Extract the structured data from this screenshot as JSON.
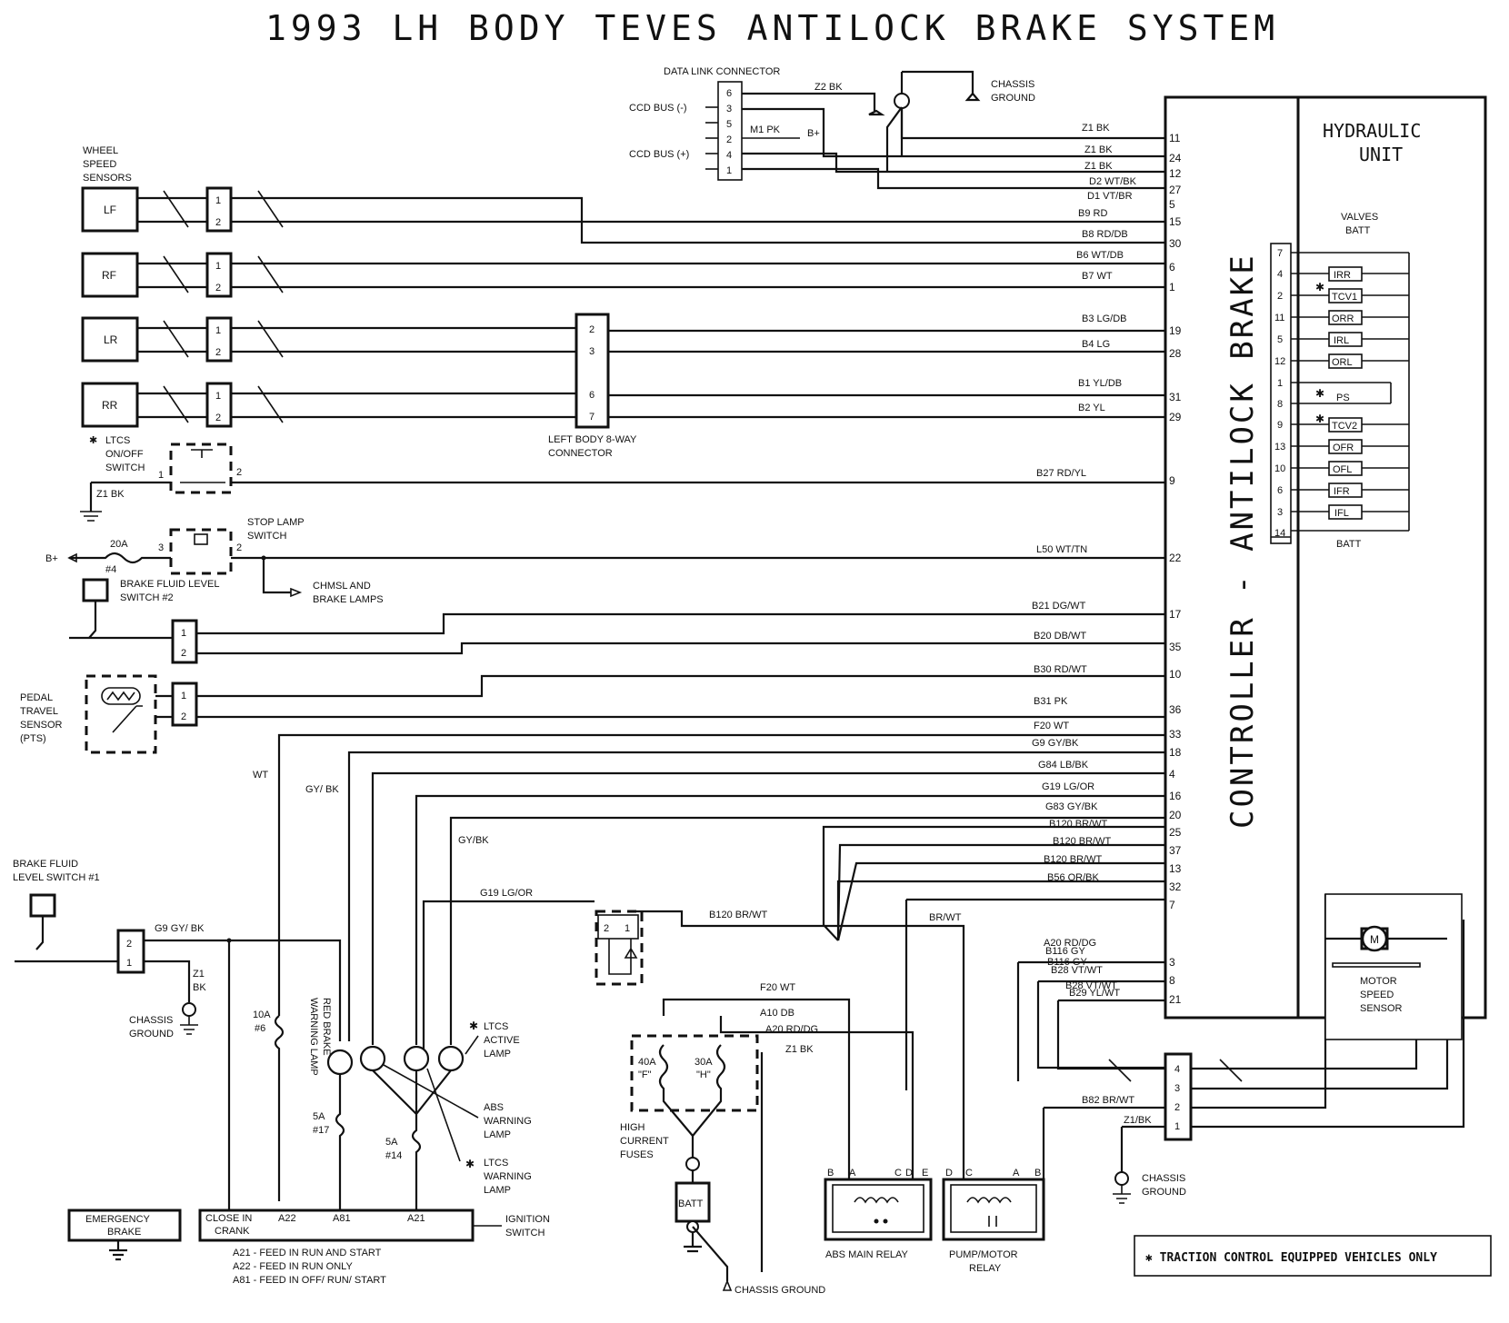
{
  "title": "1993 LH BODY TEVES ANTILOCK BRAKE SYSTEM",
  "controller_label": "CONTROLLER - ANTILOCK BRAKE",
  "hydraulic_unit": {
    "line1": "HYDRAULIC",
    "line2": "UNIT",
    "valves": "VALVES",
    "batt_top": "BATT",
    "batt_bottom": "BATT"
  },
  "data_link": {
    "title": "DATA LINK CONNECTOR",
    "pins": [
      "6",
      "3",
      "5",
      "2",
      "4",
      "1"
    ],
    "ccd_neg": "CCD BUS (-)",
    "ccd_pos": "CCD BUS (+)",
    "z2": "Z2 BK",
    "m1": "M1 PK",
    "bplus": "B+",
    "chassis_ground": [
      "CHASSIS",
      "GROUND"
    ]
  },
  "wheel_speed_sensors": {
    "title": [
      "WHEEL",
      "SPEED",
      "SENSORS"
    ],
    "sensors": [
      "LF",
      "RF",
      "LR",
      "RR"
    ]
  },
  "left_body_connector": {
    "label": [
      "LEFT BODY 8-WAY",
      "CONNECTOR"
    ],
    "pins": [
      "2",
      "3",
      "6",
      "7"
    ]
  },
  "controller_wires": [
    {
      "label": "Z1 BK",
      "pin": "11"
    },
    {
      "label": "Z1 BK",
      "pin": "24"
    },
    {
      "label": "Z1 BK",
      "pin": "12"
    },
    {
      "label": "D2 WT/BK",
      "pin": "27"
    },
    {
      "label": "D1 VT/BR",
      "pin": "5"
    },
    {
      "label": "B9 RD",
      "pin": "15"
    },
    {
      "label": "B8 RD/DB",
      "pin": "30"
    },
    {
      "label": "B6 WT/DB",
      "pin": "6"
    },
    {
      "label": "B7 WT",
      "pin": "1"
    },
    {
      "label": "B3 LG/DB",
      "pin": "19"
    },
    {
      "label": "B4 LG",
      "pin": "28"
    },
    {
      "label": "B1 YL/DB",
      "pin": "31"
    },
    {
      "label": "B2 YL",
      "pin": "29"
    },
    {
      "label": "B27 RD/YL",
      "pin": "9"
    },
    {
      "label": "L50 WT/TN",
      "pin": "22"
    },
    {
      "label": "B21 DG/WT",
      "pin": "17"
    },
    {
      "label": "B20 DB/WT",
      "pin": "35"
    },
    {
      "label": "B30 RD/WT",
      "pin": "10"
    },
    {
      "label": "B31 PK",
      "pin": "36"
    },
    {
      "label": "F20 WT",
      "pin": "33"
    },
    {
      "label": "G9 GY/BK",
      "pin": "18"
    },
    {
      "label": "G84 LB/BK",
      "pin": "4"
    },
    {
      "label": "G19 LG/OR",
      "pin": "16"
    },
    {
      "label": "G83 GY/BK",
      "pin": "20"
    },
    {
      "label": "B120 BR/WT",
      "pin": "25"
    },
    {
      "label": "B120 BR/WT",
      "pin": "37"
    },
    {
      "label": "B120 BR/WT",
      "pin": "13"
    },
    {
      "label": "B56 OR/BK",
      "pin": "32"
    },
    {
      "label": "A20 RD/DG",
      "pin": "7"
    },
    {
      "label": "B116 GY",
      "pin": "3"
    },
    {
      "label": "B28 VT/WT",
      "pin": "8"
    },
    {
      "label": "B29 YL/WT",
      "pin": "21"
    }
  ],
  "valves": [
    {
      "pin": "7",
      "name": ""
    },
    {
      "pin": "4",
      "name": "IRR"
    },
    {
      "pin": "2",
      "name": "TCV1"
    },
    {
      "pin": "11",
      "name": "ORR"
    },
    {
      "pin": "5",
      "name": "IRL"
    },
    {
      "pin": "12",
      "name": "ORL"
    },
    {
      "pin": "1",
      "name": ""
    },
    {
      "pin": "8",
      "name": "PS"
    },
    {
      "pin": "9",
      "name": "TCV2"
    },
    {
      "pin": "13",
      "name": "OFR"
    },
    {
      "pin": "10",
      "name": "OFL"
    },
    {
      "pin": "6",
      "name": "IFR"
    },
    {
      "pin": "3",
      "name": "IFL"
    },
    {
      "pin": "14",
      "name": ""
    }
  ],
  "star": "✱",
  "ltcs_switch": {
    "label": [
      "LTCS",
      "ON/OFF",
      "SWITCH"
    ],
    "pin1": "1",
    "pin2": "2",
    "ground": "Z1 BK"
  },
  "stop_lamp": {
    "label": [
      "STOP LAMP",
      "SWITCH"
    ],
    "fuse": "20A",
    "fuse_no": "#4",
    "bplus": "B+",
    "pin3": "3",
    "pin2": "2",
    "chmsl": [
      "CHMSL AND",
      "BRAKE LAMPS"
    ]
  },
  "brake_fluid_2": {
    "label": [
      "BRAKE FLUID LEVEL",
      "SWITCH #2"
    ],
    "pins": [
      "1",
      "2"
    ]
  },
  "pts": {
    "label": [
      "PEDAL",
      "TRAVEL",
      "SENSOR",
      "(PTS)"
    ],
    "pins": [
      "1",
      "2"
    ]
  },
  "lower_labels": {
    "wt": "WT",
    "gybk1": "GY/ BK",
    "gybk2": "GY/BK",
    "g19": "G19 LG/OR",
    "b120": "B120 BR/WT",
    "brwt": "BR/WT",
    "f20": "F20 WT",
    "a10": "A10 DB",
    "a20": "A20 RD/DG",
    "z1": "Z1 BK",
    "b116": "B116 GY",
    "b28": "B28 VT/WT",
    "b29": "B29 YL/WT",
    "b82": "B82 BR/WT",
    "z1bk2": "Z1/BK"
  },
  "brake_fluid_1": {
    "label": [
      "BRAKE FLUID",
      "LEVEL SWITCH #1"
    ],
    "wire": "G9 GY/ BK",
    "z1": [
      "Z1",
      "BK"
    ],
    "chassis": [
      "CHASSIS",
      "GROUND"
    ],
    "pins": [
      "2",
      "1"
    ]
  },
  "fuses": [
    {
      "rating": "10A",
      "no": "#6"
    },
    {
      "rating": "5A",
      "no": "#17"
    },
    {
      "rating": "5A",
      "no": "#14"
    }
  ],
  "lamps": {
    "red_brake": [
      "RED BRAKE",
      "WARNING LAMP"
    ],
    "ltcs_active": [
      "LTCS",
      "ACTIVE",
      "LAMP"
    ],
    "abs_warning": [
      "ABS",
      "WARNING",
      "LAMP"
    ],
    "ltcs_warning": [
      "LTCS",
      "WARNING",
      "LAMP"
    ]
  },
  "diode_pins": [
    "2",
    "1"
  ],
  "high_current": {
    "fuse_f": [
      "40A",
      "\"F\""
    ],
    "fuse_h": [
      "30A",
      "\"H\""
    ],
    "label": [
      "HIGH",
      "CURRENT",
      "FUSES"
    ],
    "batt": "BATT",
    "chassis_ground": "CHASSIS GROUND"
  },
  "emergency_brake": [
    "EMERGENCY",
    "BRAKE"
  ],
  "ignition": {
    "close_in": [
      "CLOSE IN",
      "CRANK"
    ],
    "pins": [
      "A22",
      "A81",
      "A21"
    ],
    "label": [
      "IGNITION",
      "SWITCH"
    ],
    "legend": [
      "A21 - FEED IN RUN AND START",
      "A22 - FEED IN RUN ONLY",
      "A81 - FEED IN OFF/ RUN/ START"
    ]
  },
  "relays": {
    "abs_main": "ABS MAIN RELAY",
    "abs_pins": [
      "B",
      "A",
      "C",
      "D",
      "E"
    ],
    "pump_motor": [
      "PUMP/MOTOR",
      "RELAY"
    ],
    "pump_pins": [
      "D",
      "C",
      "A",
      "B"
    ]
  },
  "motor": {
    "label": [
      "MOTOR",
      "SPEED",
      "SENSOR"
    ],
    "m": "M"
  },
  "motor_connector_pins": [
    "4",
    "3",
    "2",
    "1"
  ],
  "lower_right_ground": [
    "CHASSIS",
    "GROUND"
  ],
  "note": "✱ TRACTION CONTROL EQUIPPED VEHICLES ONLY"
}
